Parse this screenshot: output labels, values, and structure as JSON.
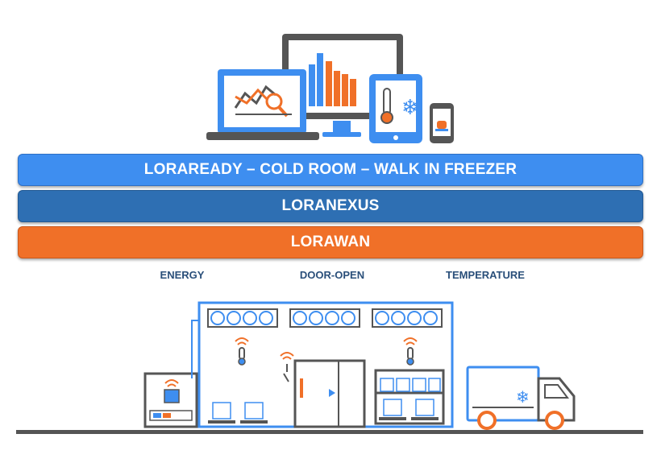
{
  "layers": [
    {
      "label": "LORAREADY – COLD ROOM – WALK IN FREEZER",
      "color": "#3e8ef0"
    },
    {
      "label": "LORANEXUS",
      "color": "#2e6fb3"
    },
    {
      "label": "LORAWAN",
      "color": "#f07028"
    }
  ],
  "sensors": {
    "energy": "ENERGY",
    "door_open": "DOOR-OPEN",
    "temperature": "TEMPERATURE"
  },
  "colors": {
    "blue": "#3e8ef0",
    "dark_blue": "#2e6fb3",
    "orange": "#f07028",
    "gray": "#555555"
  },
  "icons": [
    "laptop-icon",
    "monitor-icon",
    "tablet-icon",
    "smartphone-icon",
    "thermometer-icon",
    "snowflake-icon",
    "fan-icon",
    "wifi-signal-icon",
    "box-icon",
    "truck-icon",
    "energy-meter-icon"
  ]
}
